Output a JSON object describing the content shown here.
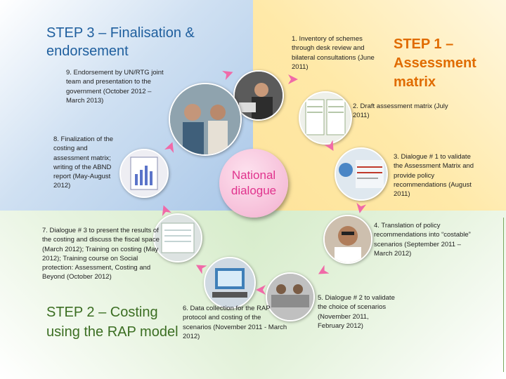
{
  "quadrant_colors": {
    "top_left": "#a9c7e8",
    "top_right": "#fde39a",
    "bottom": "#d6ecca"
  },
  "steps": {
    "step3": "STEP 3 – Finalisation & endorsement",
    "step1": "STEP 1 – Assessment matrix",
    "step2": "STEP 2 – Costing using the RAP model"
  },
  "hub": {
    "label": "National dialogue",
    "color": "#e0338d"
  },
  "notes": {
    "n1": "1. Inventory of schemes through desk review and bilateral consultations (June 2011)",
    "n2": "2. Draft assessment matrix (July 2011)",
    "n3": "3. Dialogue # 1 to validate the Assessment Matrix and provide policy recommendations (August 2011)",
    "n4": "4. Translation of policy recommendations into “costable” scenarios (September 2011 – March 2012)",
    "n5": "5. Dialogue # 2 to validate the choice of scenarios (November 2011, February 2012)",
    "n6": "6. Data collection for the RAP protocol and costing of the scenarios (November 2011 - March 2012)",
    "n7": "7. Dialogue # 3 to present the results of the costing and discuss the fiscal space (March 2012); Training on costing (May 2012); Training course on Social protection: Assessment, Costing and Beyond (October 2012)",
    "n8": "8. Finalization of the costing and assessment matrix; writing of the ABND report (May-August 2012)",
    "n9": "9. Endorsement by UN/RTG joint team and presentation to the government (October 2012 – March 2013)"
  },
  "arrow_color": "#f06aa8"
}
